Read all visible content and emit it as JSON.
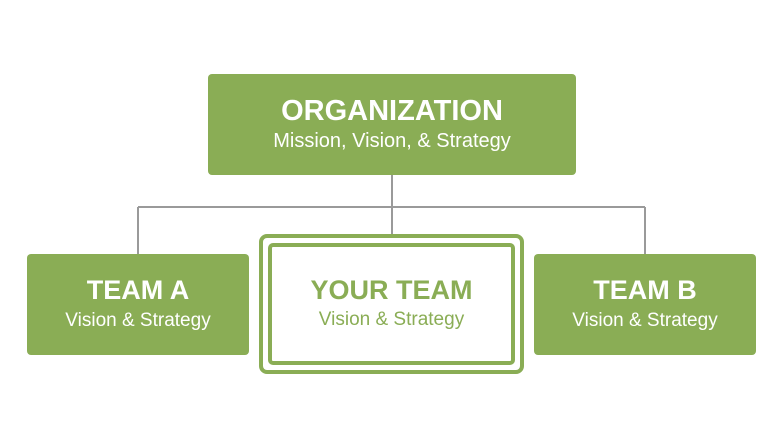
{
  "organization": {
    "title": "ORGANIZATION",
    "subtitle": "Mission, Vision, & Strategy"
  },
  "teams": [
    {
      "title": "TEAM A",
      "subtitle": "Vision & Strategy"
    },
    {
      "title": "YOUR TEAM",
      "subtitle": "Vision & Strategy"
    },
    {
      "title": "TEAM B",
      "subtitle": "Vision & Strategy"
    }
  ],
  "colors": {
    "accent_green": "#8aad55",
    "connector_gray": "#9a9a9a",
    "text_on_green": "#ffffff",
    "background": "#ffffff"
  }
}
